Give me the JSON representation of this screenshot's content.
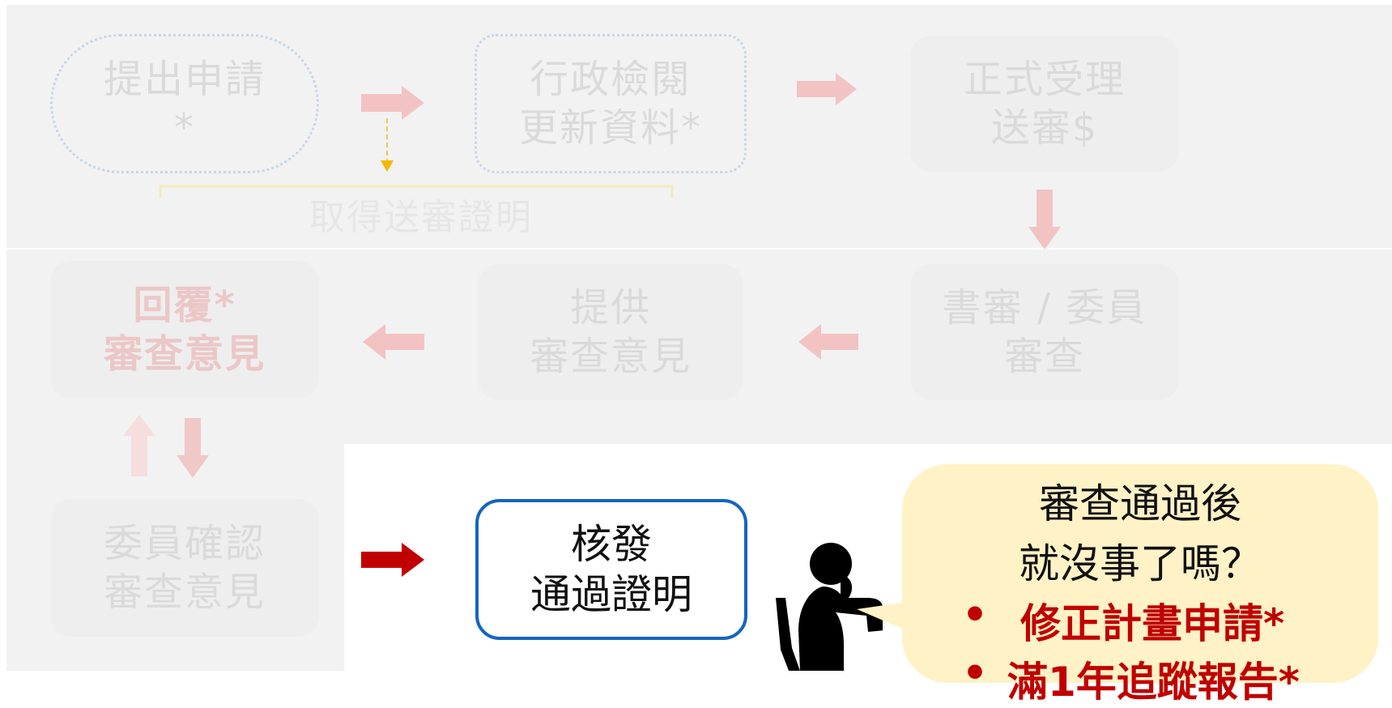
{
  "colors": {
    "accent_red": "#c00000",
    "node_border_blue": "#1565c0",
    "callout_fill": "#fff2c6",
    "faded_text": "#dadada"
  },
  "faded_steps": {
    "submit": {
      "line1": "提出申請",
      "line2": "*"
    },
    "admin_review": {
      "line1": "行政檢閱",
      "line2": "更新資料*"
    },
    "formal_accept": {
      "line1": "正式受理",
      "line2": "送審$"
    },
    "proof_label": "取得送審證明",
    "reply": {
      "line1": "回覆*",
      "line2": "審查意見"
    },
    "provide": {
      "line1": "提供",
      "line2": "審查意見"
    },
    "review": {
      "line1": "書審 / 委員",
      "line2": "審查"
    },
    "confirm": {
      "line1": "委員確認",
      "line2": "審查意見"
    }
  },
  "main_step": {
    "line1": "核發",
    "line2": "通過證明"
  },
  "callout": {
    "question_line1": "審查通過後",
    "question_line2": "就沒事了嗎？",
    "bullets": [
      "修正計畫申請*",
      "滿1年追蹤報告*"
    ],
    "bullet_symbol": "•"
  },
  "icons": {
    "thinker": "thinking-person-icon"
  }
}
